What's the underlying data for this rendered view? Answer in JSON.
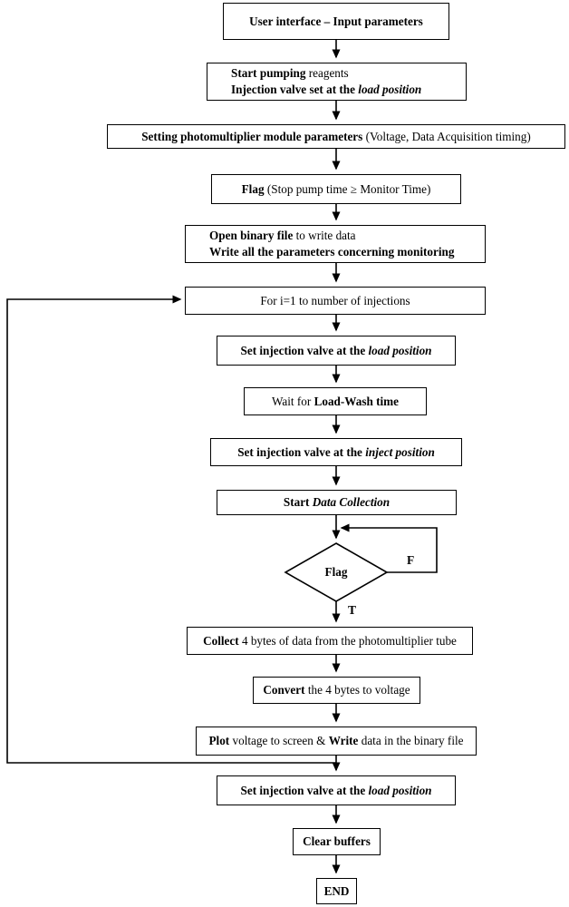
{
  "diagram": {
    "background_color": "#ffffff",
    "line_color": "#000000",
    "nodes": {
      "user_interface": {
        "lines": [
          [
            {
              "t": "User interface – Input parameters",
              "b": true
            }
          ]
        ]
      },
      "start_pumping": {
        "lines": [
          [
            {
              "t": "Start pumping",
              "b": true
            },
            {
              "t": " reagents"
            }
          ],
          [
            {
              "t": "Injection valve set at the ",
              "b": true
            },
            {
              "t": "load position",
              "b": true,
              "i": true
            }
          ]
        ]
      },
      "setting_pmt": {
        "lines": [
          [
            {
              "t": "Setting photomultiplier module parameters",
              "b": true
            },
            {
              "t": " (Voltage, Data Acquisition timing)"
            }
          ]
        ]
      },
      "flag_stop": {
        "lines": [
          [
            {
              "t": "Flag ",
              "b": true
            },
            {
              "t": "(Stop pump time ≥ Monitor Time)"
            }
          ]
        ]
      },
      "open_binary": {
        "lines": [
          [
            {
              "t": "Open binary file",
              "b": true
            },
            {
              "t": " to write data"
            }
          ],
          [
            {
              "t": "Write all the parameters concerning monitoring",
              "b": true
            }
          ]
        ]
      },
      "for_loop": {
        "lines": [
          [
            {
              "t": "For i=1 to number of injections"
            }
          ]
        ]
      },
      "set_load_1": {
        "lines": [
          [
            {
              "t": "Set injection valve at the ",
              "b": true
            },
            {
              "t": "load position",
              "b": true,
              "i": true
            }
          ]
        ]
      },
      "wait_load_wash": {
        "lines": [
          [
            {
              "t": "Wait for "
            },
            {
              "t": "Load-Wash time",
              "b": true
            }
          ]
        ]
      },
      "set_inject": {
        "lines": [
          [
            {
              "t": "Set injection valve at the ",
              "b": true
            },
            {
              "t": "inject position",
              "b": true,
              "i": true
            }
          ]
        ]
      },
      "start_collection": {
        "lines": [
          [
            {
              "t": "Start ",
              "b": true
            },
            {
              "t": "Data Collection",
              "b": true,
              "i": true
            }
          ]
        ]
      },
      "flag_decision": {
        "lines": [
          [
            {
              "t": "Flag",
              "b": true
            }
          ]
        ]
      },
      "collect_bytes": {
        "lines": [
          [
            {
              "t": "Collect",
              "b": true
            },
            {
              "t": " 4 bytes of data from the photomultiplier tube"
            }
          ]
        ]
      },
      "convert_bytes": {
        "lines": [
          [
            {
              "t": "Convert",
              "b": true
            },
            {
              "t": " the 4 bytes to voltage"
            }
          ]
        ]
      },
      "plot_write": {
        "lines": [
          [
            {
              "t": "Plot",
              "b": true
            },
            {
              "t": " voltage to screen & "
            },
            {
              "t": "Write",
              "b": true
            },
            {
              "t": " data in the binary file"
            }
          ]
        ]
      },
      "set_load_2": {
        "lines": [
          [
            {
              "t": "Set injection valve at the ",
              "b": true
            },
            {
              "t": "load position",
              "b": true,
              "i": true
            }
          ]
        ]
      },
      "clear_buffers": {
        "lines": [
          [
            {
              "t": "Clear buffers",
              "b": true
            }
          ]
        ]
      },
      "end": {
        "lines": [
          [
            {
              "t": "END",
              "b": true
            }
          ]
        ]
      }
    },
    "branch_labels": {
      "false": "F",
      "true": "T"
    }
  }
}
